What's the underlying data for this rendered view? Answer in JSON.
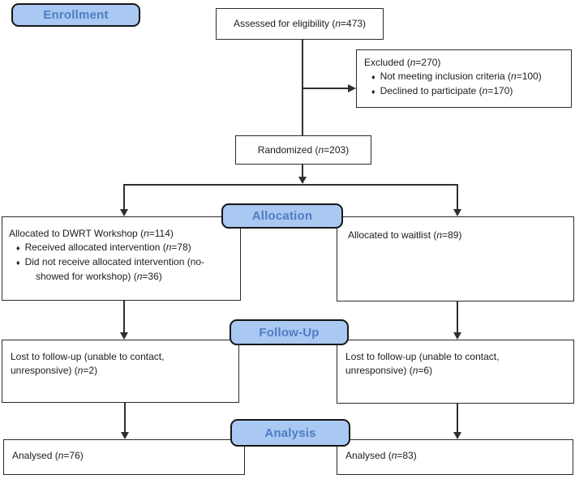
{
  "diagram": {
    "bullet_glyph": "♦",
    "stage_labels": {
      "enrollment": "Enrollment",
      "allocation": "Allocation",
      "followup": "Follow-Up",
      "analysis": "Analysis"
    },
    "boxes": {
      "assessed": {
        "text": "Assessed for eligibility (n=473)"
      },
      "excluded": {
        "title": "Excluded (n=270)",
        "bullets": [
          "Not meeting inclusion criteria (n=100)",
          "Declined to participate (n=170)"
        ]
      },
      "randomized": {
        "text": "Randomized (n=203)"
      },
      "allocated_workshop": {
        "title": "Allocated to DWRT Workshop (n=114)",
        "bullets": [
          "Received allocated intervention (n=78)",
          "Did not receive allocated intervention (no-showed for workshop) (n=36)"
        ]
      },
      "allocated_waitlist": {
        "text": "Allocated to waitlist (n=89)"
      },
      "lost_workshop": {
        "text": "Lost to follow-up (unable to contact, unresponsive) (n=2)"
      },
      "lost_waitlist": {
        "text": "Lost to follow-up (unable to contact, unresponsive) (n=6)"
      },
      "analysed_workshop": {
        "text": "Analysed (n=76)"
      },
      "analysed_waitlist": {
        "text": "Analysed (n=83)"
      }
    },
    "colors": {
      "stage_fill": "#a9c8f2",
      "stage_text": "#4f7dc4",
      "stage_border": "#161616",
      "box_border": "#2b2b2b",
      "connector": "#2f2f2f"
    }
  }
}
